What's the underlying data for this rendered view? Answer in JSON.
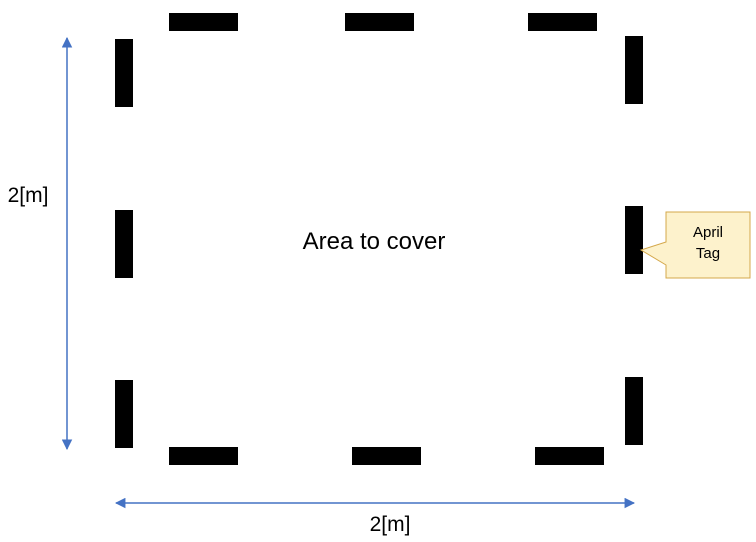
{
  "diagram": {
    "area_label": "Area to cover",
    "height_label": "2[m]",
    "width_label": "2[m]",
    "tag_callout": {
      "line1": "April",
      "line2": "Tag"
    }
  },
  "colors": {
    "marker": "#000000",
    "dimension_arrow": "#4472c4",
    "callout_fill": "#fdf2cc",
    "callout_border": "#d4a84b",
    "text": "#000000"
  }
}
